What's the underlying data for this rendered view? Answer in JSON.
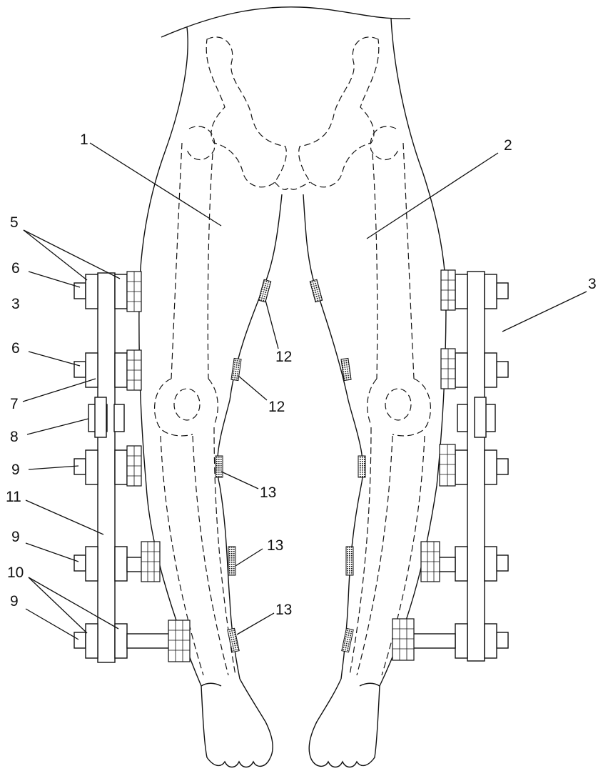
{
  "labels": {
    "l1": "1",
    "l2": "2",
    "l3a": "3",
    "l3b": "3",
    "l5": "5",
    "l6a": "6",
    "l6b": "6",
    "l7": "7",
    "l8": "8",
    "l9a": "9",
    "l9b": "9",
    "l9c": "9",
    "l10": "10",
    "l11": "11",
    "l12a": "12",
    "l12b": "12",
    "l13a": "13",
    "l13b": "13",
    "l13c": "13"
  },
  "colors": {
    "line": "#111111",
    "background": "#ffffff"
  }
}
